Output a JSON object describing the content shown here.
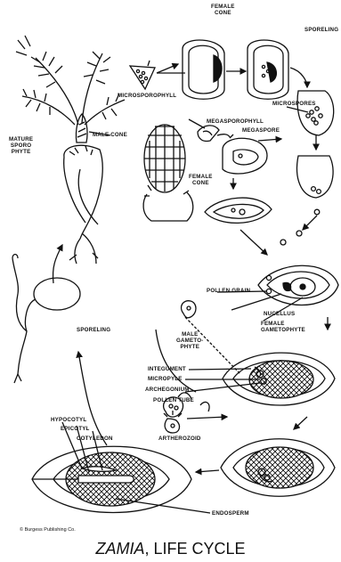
{
  "title": {
    "italic": "ZAMIA",
    "rest": ", LIFE CYCLE"
  },
  "credit": "© Burgess Publishing Co.",
  "labels": {
    "female_cone_top": "FEMALE\nCONE",
    "sporeling_top": "SPORELING",
    "microsporophyll": "MICROSPOROPHYLL",
    "male_cone": "MALE CONE",
    "mature_sporophyte": "MATURE\nSPORO\nPHYTE",
    "megasporophyll": "MEGASPOROPHYLL",
    "megaspore": "MEGASPORE",
    "microspores": "MICROSPORES",
    "female_cone_mid": "FEMALE\nCONE",
    "pollen_grain": "POLLEN GRAIN",
    "nucellus": "NUCELLUS",
    "female_gametophyte": "FEMALE\nGAMETOPHYTE",
    "sporeling_left": "SPORELING",
    "male_gametophyte": "MALE\nGAMETO-\nPHYTE",
    "integument": "INTEGUMENT",
    "micropyle": "MICROPYLE",
    "archegonium": "ARCHEGONIUM",
    "pollen_tube": "POLLEN TUBE",
    "artherozoid": "ARTHEROZOID",
    "hypocotyl": "HYPOCOTYL",
    "epicotyl": "EPICOTYL",
    "cotyledon": "COTYLEDON",
    "endosperm": "ENDOSPERM"
  }
}
